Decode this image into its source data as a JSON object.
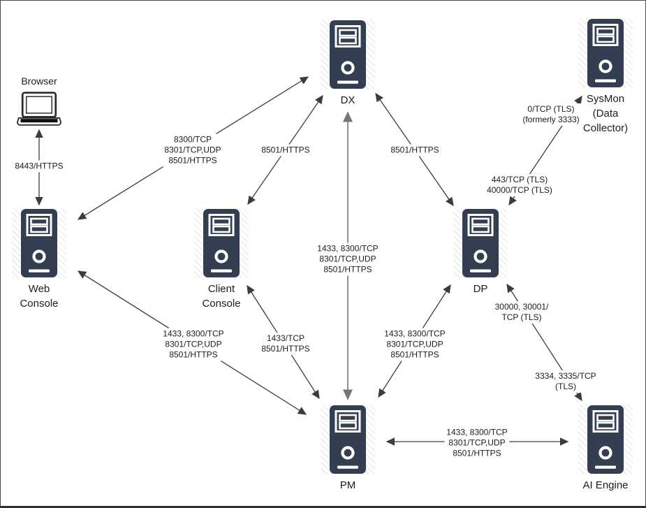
{
  "diagram": {
    "nodes": {
      "browser": {
        "label": "Browser"
      },
      "dx": {
        "label": "DX"
      },
      "sysmon": {
        "label": "SysMon\n(Data\nCollector)"
      },
      "web_console": {
        "label": "Web\nConsole"
      },
      "client_console": {
        "label": "Client\nConsole"
      },
      "dp": {
        "label": "DP"
      },
      "pm": {
        "label": "PM"
      },
      "ai_engine": {
        "label": "AI Engine"
      }
    },
    "edge_labels": {
      "browser_web": {
        "text": "8443/HTTPS"
      },
      "web_dx": {
        "text": "8300/TCP\n8301/TCP,UDP\n8501/HTTPS"
      },
      "client_dx": {
        "text": "8501/HTTPS"
      },
      "dx_dp": {
        "text": "8501/HTTPS"
      },
      "sysmon_dp_upper": {
        "text": "0/TCP (TLS)\n(formerly 3333)"
      },
      "sysmon_dp_lower": {
        "text": "443/TCP (TLS)\n40000/TCP (TLS)"
      },
      "pm_dx": {
        "text": "1433, 8300/TCP\n8301/TCP,UDP\n8501/HTTPS"
      },
      "web_pm": {
        "text": "1433, 8300/TCP\n8301/TCP,UDP\n8501/HTTPS"
      },
      "client_pm": {
        "text": "1433/TCP\n8501/HTTPS"
      },
      "dp_pm": {
        "text": "1433, 8300/TCP\n8301/TCP,UDP\n8501/HTTPS"
      },
      "dp_ai_upper": {
        "text": "30000, 30001/\nTCP (TLS)"
      },
      "dp_ai_lower": {
        "text": "3334, 3335/TCP\n(TLS)"
      },
      "pm_ai": {
        "text": "1433, 8300/TCP\n8301/TCP,UDP\n8501/HTTPS"
      }
    },
    "colors": {
      "server_body": "#333f50",
      "edge_line": "#3c3c3c",
      "edge_line_gray": "#757575",
      "text": "#1c1c1c"
    }
  }
}
